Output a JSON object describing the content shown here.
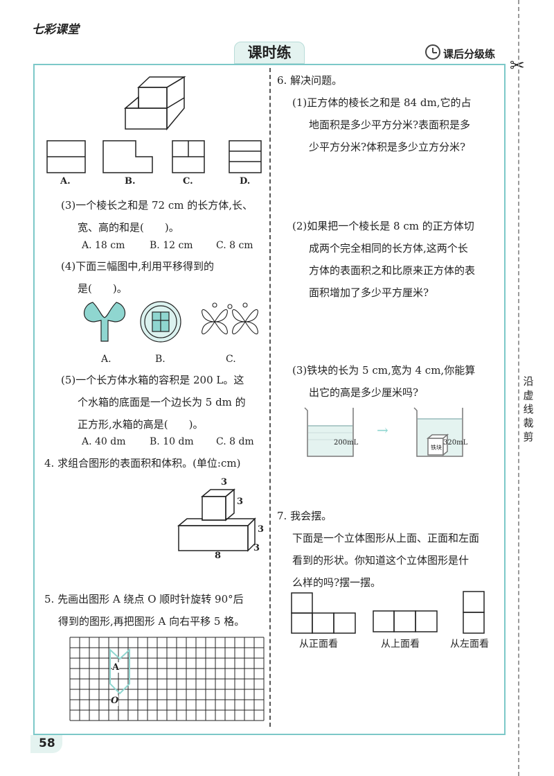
{
  "header": {
    "brand": "七彩课堂",
    "title": "课时练",
    "badge": "课后分级练"
  },
  "page_number": "58",
  "cut_label": [
    "沿",
    "虚",
    "线",
    "裁",
    "剪"
  ],
  "left": {
    "q2_options": [
      "A.",
      "B.",
      "C.",
      "D."
    ],
    "q3": {
      "line1": "(3)一个棱长之和是 72 cm 的长方体,长、",
      "line2": "宽、高的和是(　　)。",
      "options": [
        "A. 18 cm",
        "B. 12 cm",
        "C. 8 cm"
      ]
    },
    "q4": {
      "line1": "(4)下面三幅图中,利用平移得到的",
      "line2": "是(　　)。",
      "options": [
        "A.",
        "B.",
        "C."
      ]
    },
    "q5": {
      "line1": "(5)一个长方体水箱的容积是 200 L。这",
      "line2": "个水箱的底面是一个边长为 5 dm 的",
      "line3": "正方形,水箱的高是(　　)。",
      "options": [
        "A. 40 dm",
        "B. 10 dm",
        "C. 8 dm"
      ]
    },
    "p4": {
      "title": "4. 求组合图形的表面积和体积。(单位:cm)",
      "dims": [
        "3",
        "3",
        "3",
        "8",
        "3"
      ]
    },
    "p5": {
      "line1": "5. 先画出图形 A 绕点 O 顺时针旋转 90°后",
      "line2": "得到的图形,再把图形 A 向右平移 5 格。",
      "label_a": "A",
      "label_o": "O"
    }
  },
  "right": {
    "p6_title": "6. 解决问题。",
    "q1": {
      "line1": "(1)正方体的棱长之和是 84 dm,它的占",
      "line2": "地面积是多少平方分米?表面积是多",
      "line3": "少平方分米?体积是多少立方分米?"
    },
    "q2": {
      "line1": "(2)如果把一个棱长是 8 cm 的正方体切",
      "line2": "成两个完全相同的长方体,这两个长",
      "line3": "方体的表面积之和比原来正方体的表",
      "line4": "面积增加了多少平方厘米?"
    },
    "q3": {
      "line1": "(3)铁块的长为 5 cm,宽为 4 cm,你能算",
      "line2": "出它的高是多少厘米吗?",
      "beaker1": "200mL",
      "beaker2": "320mL",
      "block": "铁块"
    },
    "p7": {
      "title": "7. 我会摆。",
      "line1": "下面是一个立体图形从上面、正面和左面",
      "line2": "看到的形状。你知道这个立体图形是什",
      "line3": "么样的吗?摆一摆。",
      "views": [
        "从正面看",
        "从上面看",
        "从左面看"
      ]
    }
  },
  "colors": {
    "frame": "#7cc8c8",
    "accent": "#8fd6d0",
    "title_bg": "#e4f3f0"
  }
}
